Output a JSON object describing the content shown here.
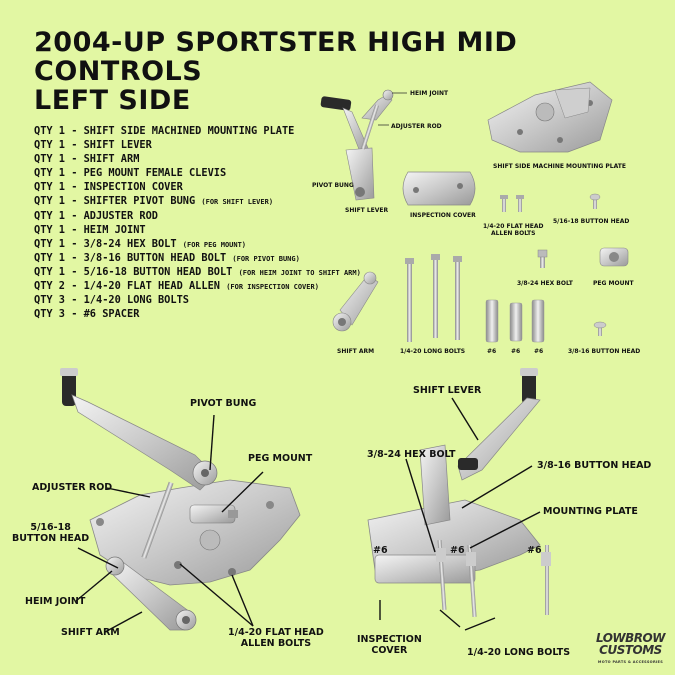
{
  "title": {
    "line1": "2004-UP SPORTSTER HIGH MID CONTROLS",
    "line2": "LEFT SIDE"
  },
  "parts_list": [
    {
      "text": "QTY 1 - SHIFT SIDE MACHINED MOUNTING PLATE",
      "note": ""
    },
    {
      "text": "QTY 1 - SHIFT LEVER",
      "note": ""
    },
    {
      "text": "QTY 1 - SHIFT ARM",
      "note": ""
    },
    {
      "text": "QTY 1 - PEG MOUNT FEMALE CLEVIS",
      "note": ""
    },
    {
      "text": "QTY 1 - INSPECTION COVER",
      "note": ""
    },
    {
      "text": "QTY 1 - SHIFTER PIVOT BUNG",
      "note": "(FOR SHIFT LEVER)"
    },
    {
      "text": "QTY 1 - ADJUSTER ROD",
      "note": ""
    },
    {
      "text": "QTY 1 - HEIM JOINT",
      "note": ""
    },
    {
      "text": "QTY 1 - 3/8-24 HEX BOLT",
      "note": "(FOR PEG MOUNT)"
    },
    {
      "text": "QTY 1 - 3/8-16 BUTTON HEAD BOLT",
      "note": "(FOR PIVOT BUNG)"
    },
    {
      "text": "QTY 1 - 5/16-18 BUTTON HEAD BOLT",
      "note": "(FOR HEIM JOINT TO SHIFT ARM)"
    },
    {
      "text": "QTY 2 - 1/4-20 FLAT HEAD ALLEN",
      "note": "(FOR INSPECTION COVER)"
    },
    {
      "text": "QTY 3 - 1/4-20 LONG BOLTS",
      "note": ""
    },
    {
      "text": "QTY 3 - #6 SPACER",
      "note": ""
    }
  ],
  "small_labels": {
    "heim_joint": "HEIM JOINT",
    "adjuster_rod": "ADJUSTER ROD",
    "shift_side_plate": "SHIFT SIDE MACHINE MOUNTING PLATE",
    "pivot_bung": "PIVOT BUNG",
    "shift_lever": "SHIFT LEVER",
    "inspection_cover": "INSPECTION COVER",
    "flat_head_1": "1/4-20 FLAT HEAD",
    "flat_head_2": "ALLEN BOLTS",
    "button_5_16": "5/16-18 BUTTON HEAD",
    "hex_bolt": "3/8-24 HEX BOLT",
    "peg_mount": "PEG MOUNT",
    "shift_arm": "SHIFT ARM",
    "long_bolts": "1/4-20 LONG BOLTS",
    "spacer1": "#6",
    "spacer2": "#6",
    "spacer3": "#6",
    "button_3_8_16": "3/8-16 BUTTON HEAD"
  },
  "left_assembly_labels": {
    "pivot_bung": "PIVOT BUNG",
    "peg_mount": "PEG MOUNT",
    "adjuster_rod": "ADJUSTER ROD",
    "button_head_1": "5/16-18",
    "button_head_2": "BUTTON HEAD",
    "heim_joint": "HEIM JOINT",
    "shift_arm": "SHIFT ARM",
    "flat_head_1": "1/4-20 FLAT HEAD",
    "flat_head_2": "ALLEN BOLTS"
  },
  "right_assembly_labels": {
    "shift_lever": "SHIFT LEVER",
    "hex_bolt": "3/8-24 HEX BOLT",
    "button_head": "3/8-16 BUTTON HEAD",
    "mounting_plate": "MOUNTING PLATE",
    "spacer1": "#6",
    "spacer2": "#6",
    "spacer3": "#6",
    "inspection_cover_1": "INSPECTION",
    "inspection_cover_2": "COVER",
    "long_bolts": "1/4-20 LONG BOLTS"
  },
  "logo": {
    "line1": "LOWBROW",
    "line2": "CUSTOMS",
    "line3": "MOTO PARTS & ACCESSORIES"
  },
  "colors": {
    "background": "#e2f7a3",
    "metal": "#d8d8d8",
    "metal_dark": "#8f8f8f",
    "rubber": "#2a2a2a"
  }
}
